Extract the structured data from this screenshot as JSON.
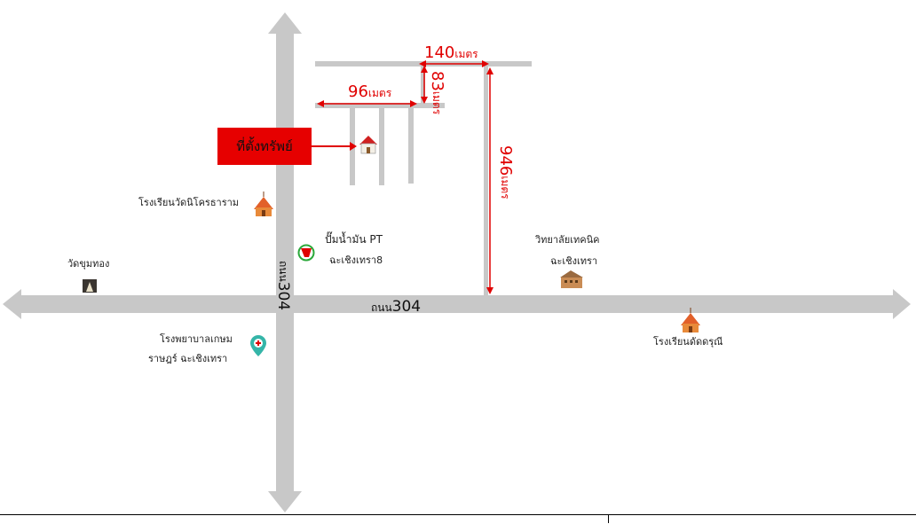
{
  "property": {
    "label": "ที่ตั้งทรัพย์"
  },
  "roads": {
    "horizontal": {
      "prefix": "ถนน",
      "number": "304"
    },
    "vertical": {
      "prefix": "ถนน",
      "number": "304"
    }
  },
  "distances": [
    {
      "id": "140",
      "value": "140",
      "unit": "เมตร"
    },
    {
      "id": "96",
      "value": "96",
      "unit": "เมตร"
    },
    {
      "id": "83",
      "value": "83",
      "unit": "เมตร"
    },
    {
      "id": "946",
      "value": "946",
      "unit": "เมตร"
    }
  ],
  "landmarks": {
    "school_nikorn": "โรงเรียนวัดนิโครธาราม",
    "gas_station": {
      "name": "ปั๊มน้ำมัน PT",
      "branch": "ฉะเชิงเทรา8"
    },
    "temple": "วัดขุมทอง",
    "college": {
      "line1": "วิทยาลัยเทคนิค",
      "line2": "ฉะเชิงเทรา"
    },
    "hospital": {
      "line1": "โรงพยาบาลเกษม",
      "line2": "ราษฎร์ ฉะเชิงเทรา"
    },
    "school_datdarunee": "โรงเรียนดัดดรุณี"
  },
  "colors": {
    "road": "#c8c8c8",
    "marker": "#e00000",
    "property_box": "#e60000"
  }
}
